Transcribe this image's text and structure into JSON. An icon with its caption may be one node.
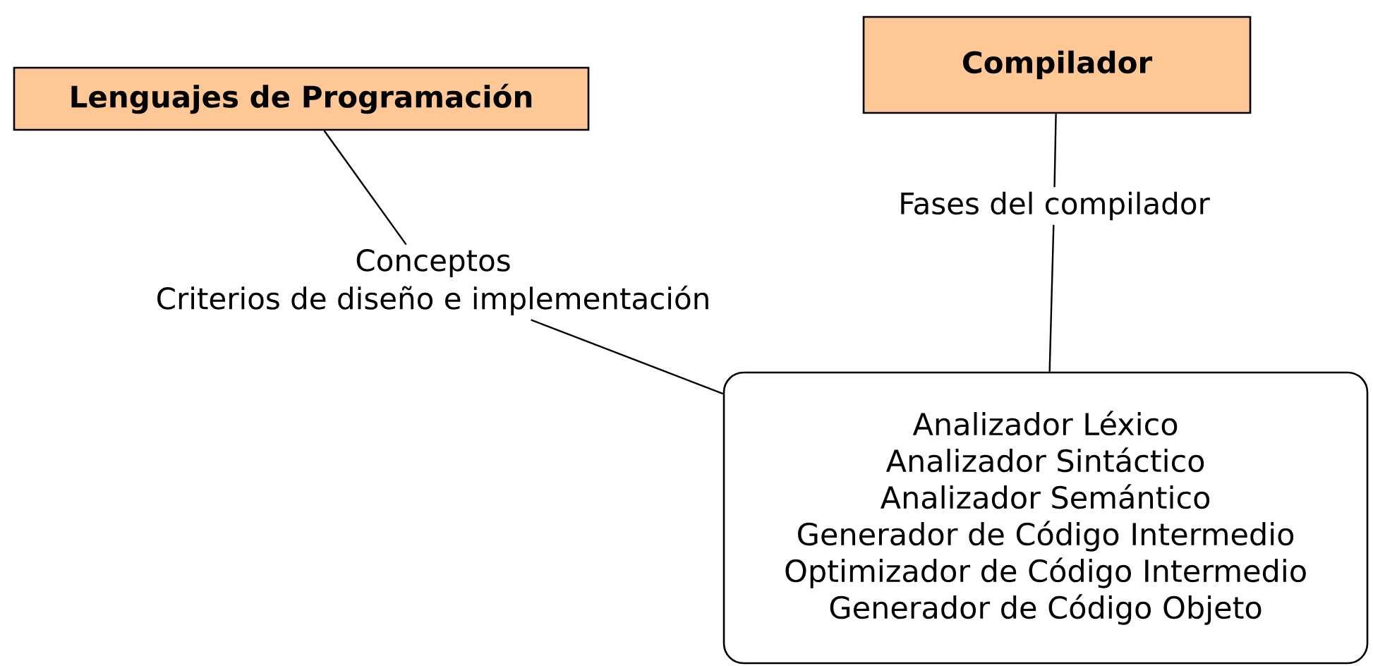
{
  "diagram": {
    "nodes": [
      {
        "text": [
          "Lenguajes de Programación"
        ]
      },
      {
        "text": [
          "Compilador"
        ]
      },
      {
        "text": [
          "Analizador Léxico",
          "Analizador Sintáctico",
          "Analizador Semántico",
          "Generador de Código Intermedio",
          "Optimizador de Código Intermedio",
          "Generador de Código Objeto"
        ]
      },
      {
        "text": [
          "Conceptos",
          "Criterios de diseño e implementación"
        ]
      },
      {
        "text": [
          "Fases del compilador"
        ]
      }
    ],
    "edges": [
      {
        "from": 0,
        "to": 3,
        "arrow": "none"
      },
      {
        "from": 3,
        "to": 2,
        "arrow": "none"
      },
      {
        "from": 1,
        "to": 4,
        "arrow": "none"
      },
      {
        "from": 4,
        "to": 2,
        "arrow": "none"
      }
    ]
  }
}
